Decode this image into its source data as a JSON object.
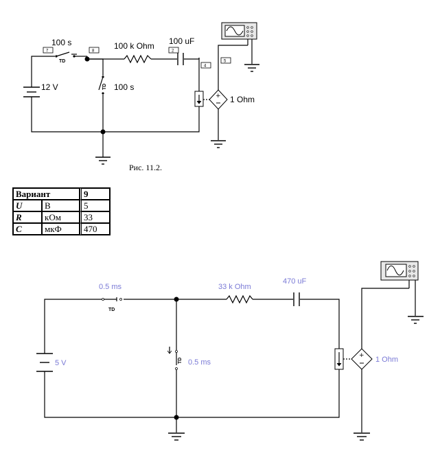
{
  "circuit1": {
    "switch_top_time": "100 s",
    "switch_mid_time": "100 s",
    "resistor": "100 k Ohm",
    "capacitor": "100 uF",
    "battery": "12 V",
    "source_gain": "1  Ohm",
    "switch_tag": "TD",
    "node_labels": [
      "7",
      "8",
      "2",
      "4",
      "5"
    ]
  },
  "caption": "Рис. 11.2.",
  "variant_table": {
    "header": [
      "Вариант",
      "9"
    ],
    "rows": [
      {
        "symbol": "U",
        "unit": "В",
        "value": "5"
      },
      {
        "symbol": "R",
        "unit": "кОм",
        "value": "33"
      },
      {
        "symbol": "C",
        "unit": "мкФ",
        "value": "470"
      }
    ]
  },
  "circuit2": {
    "switch_top_time": "0.5 ms",
    "switch_mid_time": "0.5 ms",
    "resistor": "33 k Ohm",
    "capacitor": "470 uF",
    "battery": "5 V",
    "source_gain": "1  Ohm",
    "switch_tag": "TD",
    "label_color": "#7a7ad6"
  }
}
